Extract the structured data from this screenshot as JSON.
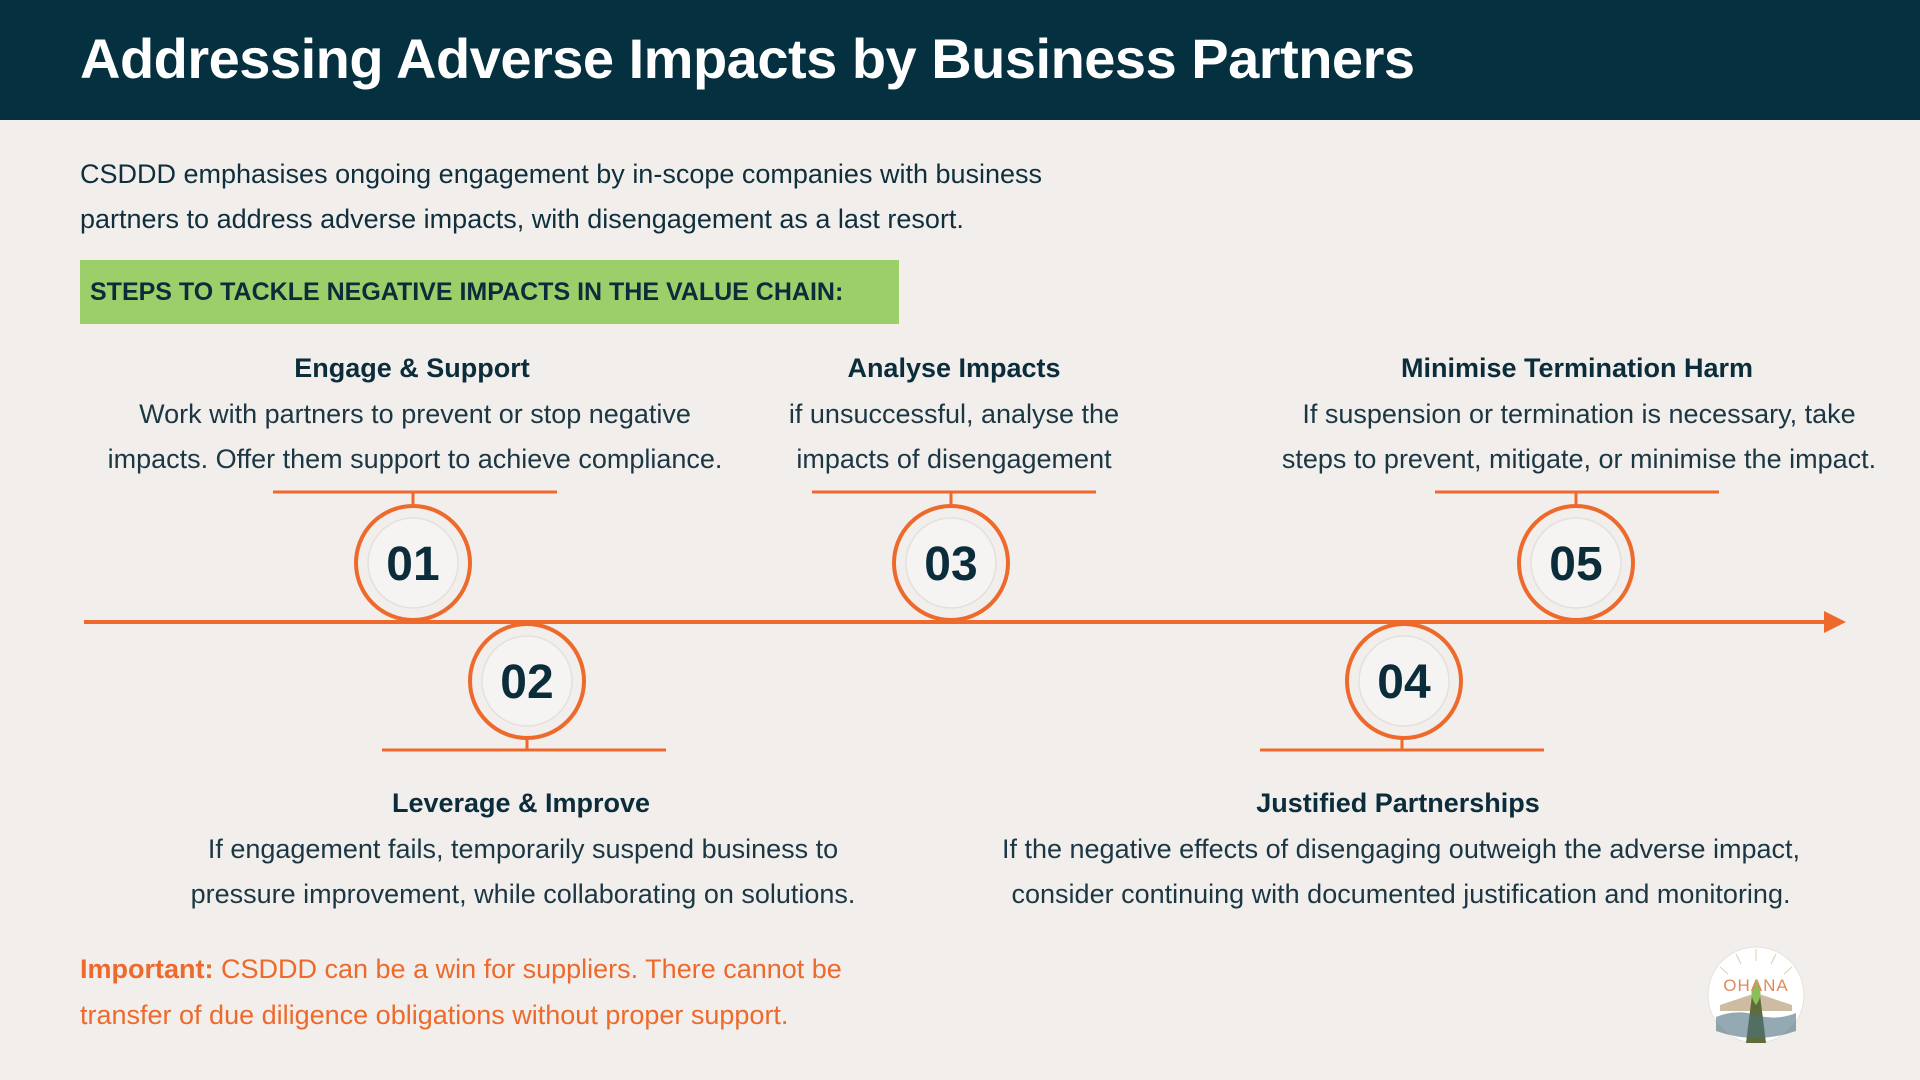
{
  "header": {
    "title": "Addressing Adverse Impacts by Business Partners"
  },
  "intro": {
    "line1": "CSDDD emphasises ongoing engagement by in-scope companies with business",
    "line2": "partners to address adverse impacts, with disengagement as a last resort."
  },
  "steps_banner": "STEPS TO TACKLE NEGATIVE IMPACTS IN THE VALUE CHAIN:",
  "steps": [
    {
      "number": "01",
      "title": "Engage & Support",
      "desc_line1": "Work with partners to prevent or stop negative",
      "desc_line2": "impacts. Offer them support to achieve compliance."
    },
    {
      "number": "02",
      "title": "Leverage & Improve",
      "desc_line1": "If engagement fails, temporarily suspend business to",
      "desc_line2": "pressure improvement, while collaborating on solutions."
    },
    {
      "number": "03",
      "title": "Analyse Impacts",
      "desc_line1": "if unsuccessful, analyse the",
      "desc_line2": "impacts of disengagement"
    },
    {
      "number": "04",
      "title": "Justified Partnerships",
      "desc_line1": "If the negative effects of disengaging outweigh the adverse impact,",
      "desc_line2": "consider continuing with documented justification and monitoring."
    },
    {
      "number": "05",
      "title": "Minimise Termination Harm",
      "desc_line1": "If suspension or termination is necessary, take",
      "desc_line2": "steps to prevent, mitigate, or minimise the impact."
    }
  ],
  "important": {
    "label": "Important:",
    "text_line1": "CSDDD can be a win for suppliers. There cannot be",
    "text_line2": "transfer of due diligence obligations without proper support."
  },
  "logo": {
    "text": "OHANA"
  },
  "colors": {
    "header_bg": "#04303f",
    "page_bg": "#f1eeeb",
    "accent_orange": "#ee6a2c",
    "banner_green": "#9bcf6a",
    "dark_text": "#0b2c3a"
  }
}
